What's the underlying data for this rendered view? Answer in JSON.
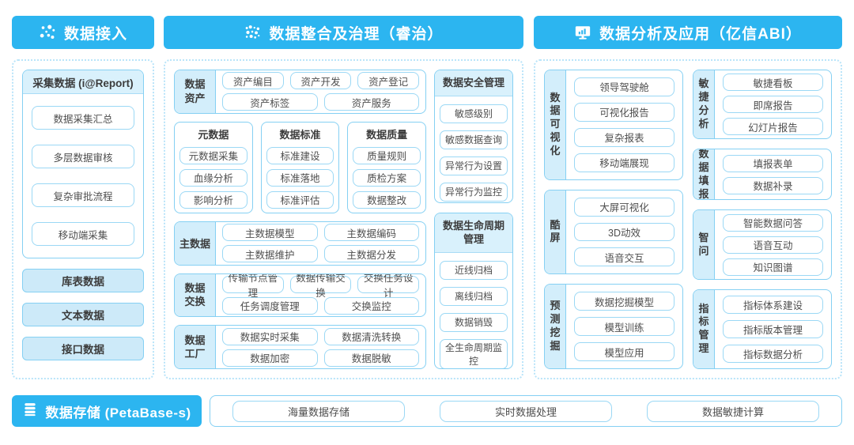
{
  "colors": {
    "accent": "#2cb5f0",
    "light_fill": "#d3eefb",
    "border": "#85d0f3",
    "text": "#3c3c3c"
  },
  "access": {
    "header": "数据接入",
    "header_icon": "network-dots-icon",
    "card": {
      "title": "采集数据 (i@Report)",
      "items": [
        "数据采集汇总",
        "多层数据审核",
        "复杂审批流程",
        "移动端采集"
      ]
    },
    "sources": [
      "库表数据",
      "文本数据",
      "接口数据"
    ]
  },
  "governance": {
    "header": "数据整合及治理（睿治）",
    "header_icon": "dot-cluster-icon",
    "asset_row": {
      "label": "数据资产",
      "row1": [
        "资产编目",
        "资产开发",
        "资产登记"
      ],
      "row2": [
        "资产标签",
        "资产服务"
      ]
    },
    "mini_cards": [
      {
        "title": "元数据",
        "items": [
          "元数据采集",
          "血缘分析",
          "影响分析"
        ]
      },
      {
        "title": "数据标准",
        "items": [
          "标准建设",
          "标准落地",
          "标准评估"
        ]
      },
      {
        "title": "数据质量",
        "items": [
          "质量规则",
          "质检方案",
          "数据整改"
        ]
      }
    ],
    "master_row": {
      "label": "主数据",
      "row1": [
        "主数据模型",
        "主数据编码"
      ],
      "row2": [
        "主数据维护",
        "主数据分发"
      ]
    },
    "exchange_row": {
      "label": "数据交换",
      "row1": [
        "传输节点管理",
        "数据传输交换",
        "交换任务设计"
      ],
      "row2": [
        "任务调度管理",
        "交换监控"
      ]
    },
    "factory_row": {
      "label": "数据工厂",
      "row1": [
        "数据实时采集",
        "数据清洗转换"
      ],
      "row2": [
        "数据加密",
        "数据脱敏"
      ]
    },
    "security_card": {
      "title": "数据安全管理",
      "items": [
        "敏感级别",
        "敏感数据查询",
        "异常行为设置",
        "异常行为监控"
      ]
    },
    "lifecycle_card": {
      "title": "数据生命周期管理",
      "items": [
        "近线归档",
        "离线归档",
        "数据销毁",
        "全生命周期监控"
      ]
    }
  },
  "analysis": {
    "header": "数据分析及应用（亿信ABI）",
    "header_icon": "monitor-chart-icon",
    "groups_left": [
      {
        "label": "数据可视化",
        "items": [
          "领导驾驶舱",
          "可视化报告",
          "复杂报表",
          "移动端展现"
        ]
      },
      {
        "label": "酷屏",
        "items": [
          "大屏可视化",
          "3D动效",
          "语音交互"
        ]
      },
      {
        "label": "预测挖掘",
        "items": [
          "数据挖掘模型",
          "模型训练",
          "模型应用"
        ]
      }
    ],
    "groups_right": [
      {
        "label": "敏捷分析",
        "items": [
          "敏捷看板",
          "即席报告",
          "幻灯片报告"
        ]
      },
      {
        "label": "数据填报",
        "items": [
          "填报表单",
          "数据补录"
        ]
      },
      {
        "label": "智问",
        "items": [
          "智能数据问答",
          "语音互动",
          "知识图谱"
        ]
      },
      {
        "label": "指标管理",
        "items": [
          "指标体系建设",
          "指标版本管理",
          "指标数据分析"
        ]
      }
    ]
  },
  "storage": {
    "header": "数据存储 (PetaBase-s)",
    "header_icon": "database-icon",
    "items": [
      "海量数据存储",
      "实时数据处理",
      "数据敏捷计算"
    ]
  }
}
